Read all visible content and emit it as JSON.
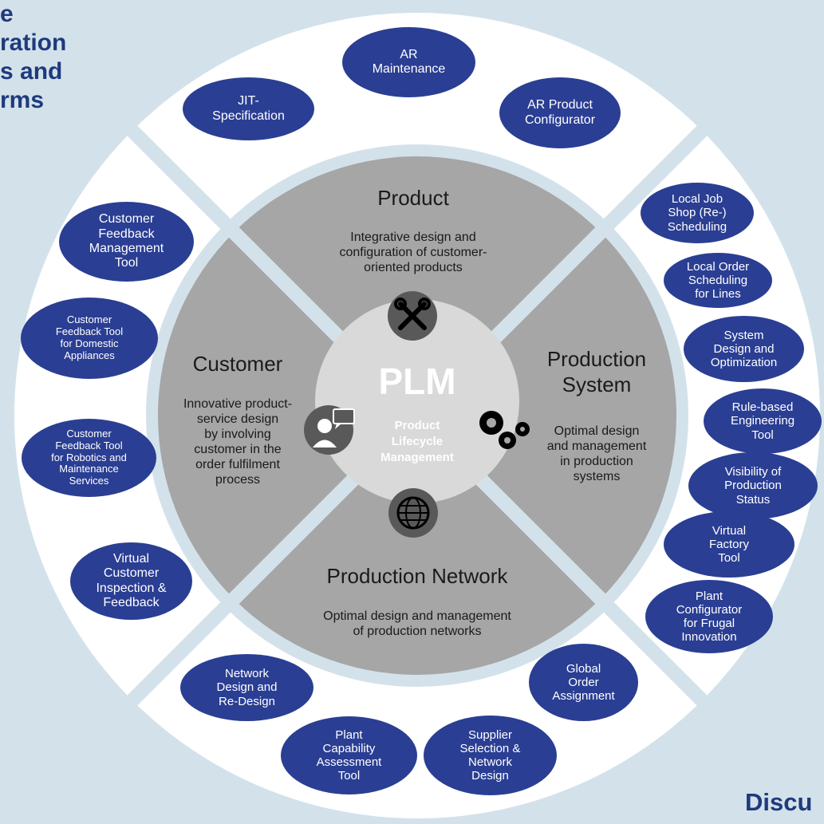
{
  "corner_top_left": "e\nration\ns and\nrms",
  "corner_bottom_right": "Discu",
  "center": {
    "title": "PLM",
    "subtitle": "Product\nLifecycle\nManagement"
  },
  "quadrants": {
    "product": {
      "title": "Product",
      "description": "Integrative design and\nconfiguration of customer-\noriented products",
      "icon": "tools-icon"
    },
    "production_system": {
      "title": "Production\nSystem",
      "description": "Optimal design\nand management\nin production\nsystems",
      "icon": "gears-icon"
    },
    "production_network": {
      "title": "Production Network",
      "description": "Optimal design and management\nof production networks",
      "icon": "globe-icon"
    },
    "customer": {
      "title": "Customer",
      "description": "Innovative product-\nservice design\nby involving\ncustomer in the\norder fulfilment\nprocess",
      "icon": "customer-chat-icon"
    }
  },
  "tools": {
    "product": [
      "JIT-\nSpecification",
      "AR\nMaintenance",
      "AR Product\nConfigurator"
    ],
    "production_system": [
      "Local Job\nShop (Re-)\nScheduling",
      "Local Order\nScheduling\nfor Lines",
      "System\nDesign and\nOptimization",
      "Rule-based\nEngineering\nTool",
      "Visibility of\nProduction\nStatus",
      "Virtual\nFactory\nTool",
      "Plant\nConfigurator\nfor Frugal\nInnovation"
    ],
    "production_network": [
      "Global\nOrder\nAssignment",
      "Supplier\nSelection &\nNetwork\nDesign",
      "Plant\nCapability\nAssessment\nTool",
      "Network\nDesign and\nRe-Design"
    ],
    "customer": [
      "Customer\nFeedback\nManagement\nTool",
      "Customer\nFeedback Tool\nfor Domestic\nAppliances",
      "Customer\nFeedback Tool\nfor Robotics and\nMaintenance\nServices",
      "Virtual\nCustomer\nInspection &\nFeedback"
    ]
  },
  "colors": {
    "background": "#d3e2ea",
    "outer_ring": "#ffffff",
    "quadrant": "#a6a6a6",
    "center": "#d9d9d9",
    "oval": "#2a3e93",
    "icon_circle": "#595959",
    "title_text": "#1f3a7d"
  }
}
